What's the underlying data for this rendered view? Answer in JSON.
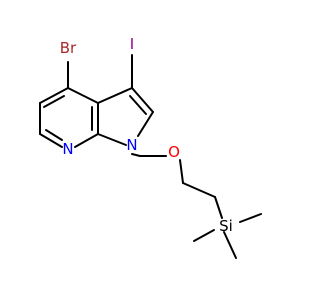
{
  "molecule": {
    "atoms": {
      "br": {
        "symbol": "Br",
        "color": "#a52a2a"
      },
      "i": {
        "symbol": "I",
        "color": "#940094"
      },
      "n_pyridine": {
        "symbol": "N",
        "color": "#0000ff"
      },
      "n_pyrrole": {
        "symbol": "N",
        "color": "#0000ff"
      },
      "o": {
        "symbol": "O",
        "color": "#ff0000"
      },
      "si": {
        "symbol": "Si",
        "color": "#000000"
      }
    },
    "bond_color": "#000000"
  }
}
